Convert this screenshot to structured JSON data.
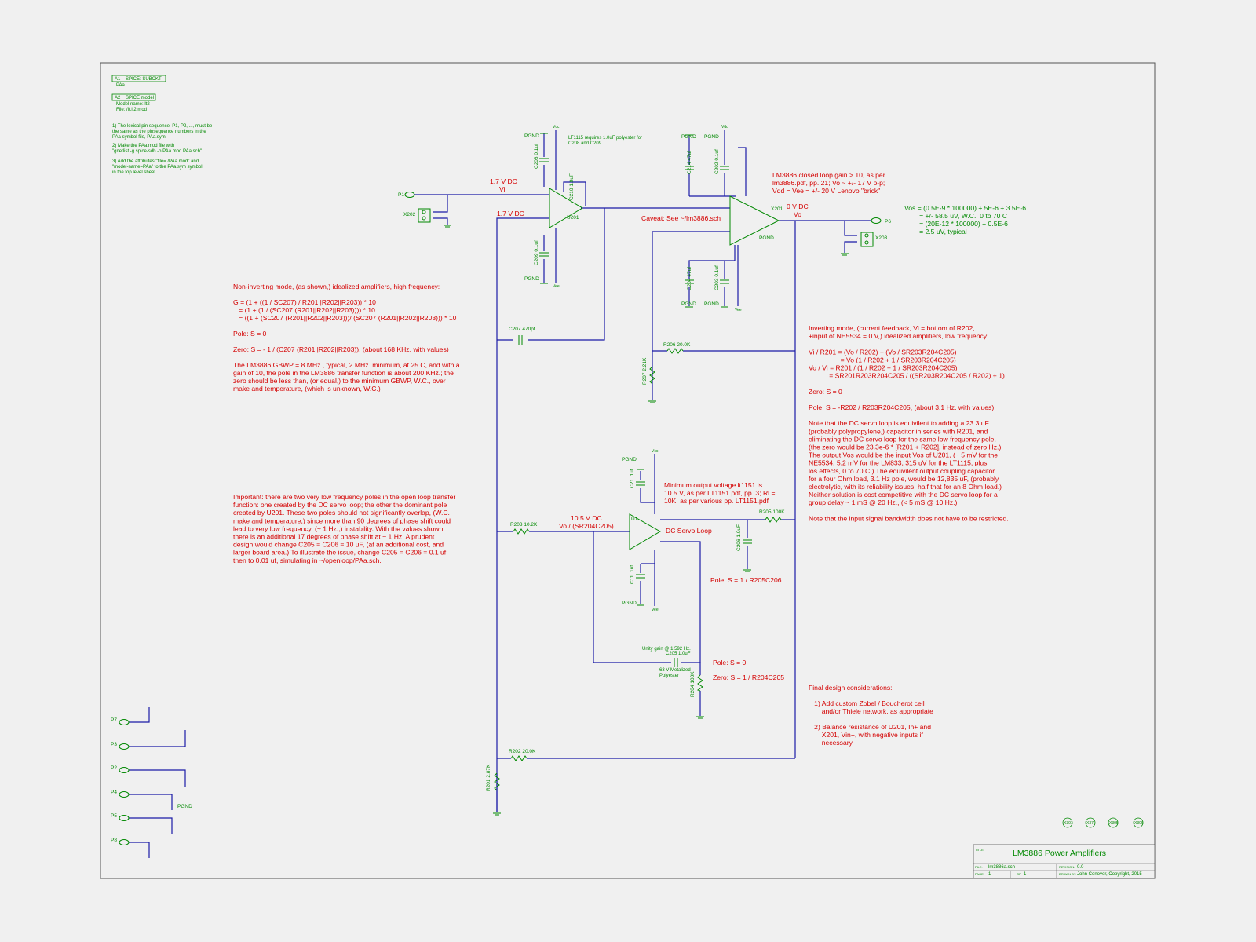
{
  "notes_top": {
    "a1_label": "A1",
    "a1_value": "SPICE: SUBCKT",
    "a1_sub": "PAa",
    "a2_label": "A2",
    "a2_value": "SPICE model",
    "a2_model": "Model name:  lt2",
    "a2_file": "File: /lt.lt2.mod",
    "steps": [
      "1) The lexical pin sequence, P1, P2, ..., must be",
      "the same as the pinsequence numbers in the",
      "PAa symbol file, PAa.sym",
      "2) Make the PAa.mod file with",
      "\"gnetlist -g spice-sdb -o PAa.mod PAa.sch\"",
      "3) Add the attributes \"file=./PAa.mod\" and",
      "\"model-name=PAa\" to the PAa.sym symbol",
      "in the top level sheet."
    ]
  },
  "noninverting_text": [
    "Non-inverting mode, (as shown,) idealized amplifiers, high frequency:",
    "",
    "G = (1 + ((1 / SC207) / R201||R202||R203)) * 10",
    "   = (1 + (1 / (SC207 (R201||R202||R203)))) * 10",
    "   = ((1 + (SC207 (R201||R202||R203)))/ (SC207 (R201||R202||R203))) * 10",
    "",
    "Pole: S = 0",
    "",
    "Zero: S = - 1 / (C207 (R201||R202||R203)), (about 168 KHz. with values)",
    "",
    "The LM3886 GBWP = 8 MHz., typical, 2 MHz. minimum, at 25 C, and with a",
    "gain of 10, the pole in the LM3886 transfer function is about 200 KHz.; the",
    "zero should be less than, (or equal,) to the minimum GBWP, W.C., over",
    "make and temperature, (which is unknown, W.C.)"
  ],
  "important_text": [
    "Important: there are two very low frequency poles in the open loop transfer",
    "function: one created by the DC servo loop; the other the dominant pole",
    "created by U201. These two poles should not significantly overlap, (W.C.",
    "make and temperature,) since more than 90 degrees of phase shift could",
    "lead to very low frequency, (~ 1 Hz.,) instability. With the values shown,",
    "there is an additional 17 degrees of phase shift at ~ 1 Hz. A prudent",
    "design would change C205 = C206 = 10 uF, (at an additional cost, and",
    "larger board area.) To illustrate the issue, change C205 = C206 = 0.1 uf,",
    "then to 0.01 uf, simulating in ~/openloop/PAa.sch."
  ],
  "inverting_text": [
    "Inverting mode, (current feedback, Vi = bottom of R202,",
    "+input of NE5534 = 0 V,) idealized amplifiers, low frequency:",
    "",
    "Vi / R201 = (Vo / R202) + (Vo / SR203R204C205)",
    "                 = Vo (1 / R202 + 1 / SR203R204C205)",
    "Vo / Vi = R201 / (1 / R202 + 1 / SR203R204C205)",
    "           = SR201R203R204C205 / ((SR203R204C205 / R202) + 1)",
    "",
    "Zero: S = 0",
    "",
    "Pole: S = -R202 / R203R204C205, (about 3.1 Hz. with values)",
    "",
    "Note that the DC servo loop is equivilent to adding a 23.3 uF",
    "(probably polypropylene,) capacitor in series with R201, and",
    "eliminating the DC servo loop for the same low frequency pole,",
    "(the zero would be 23.3e-6 * [R201 + R202], instead of zero Hz.)",
    "The output Vos would be the input Vos of U201, (~ 5 mV for the",
    "NE5534, 5.2 mV for the LM833, 315 uV for the LT1115, plus",
    "los effects, 0 to 70 C.) The equivilent output coupling capacitor",
    "for a four Ohm load, 3.1 Hz pole, would be 12,835 uF, (probably",
    "electrolytic, with its reliability issues, half that for an 8 Ohm load.)",
    "Neither solution is cost competitive with the DC servo loop for a",
    "group delay ~ 1 mS @ 20 Hz., (< 5 mS @ 10 Hz.)",
    "",
    "Note that the input signal bandwidth does not have to be restricted."
  ],
  "final_text": [
    "Final design considerations:",
    "",
    "   1) Add custom Zobel / Boucherot cell",
    "       and/or Thiele network, as appropriate",
    "",
    "   2) Balance resistance of U201, In+ and",
    "       X201, Vin+, with negative inputs if",
    "       necessary"
  ],
  "vos_text": [
    "Vos = (0.5E-9 * 100000) + 5E-6 + 3.5E-6",
    "        = +/- 58.5 uV, W.C., 0 to 70 C",
    "        = (20E-12 * 100000) + 0.5E-6",
    "        = 2.5 uV, typical"
  ],
  "lm3886_note": [
    "LM3886 closed loop gain > 10, as per",
    "lm3886.pdf, pp. 21; Vo ~ +/- 17 V p-p;",
    "Vdd = Vee = +/- 20 V Lenovo \"brick\""
  ],
  "lt1115_note": [
    "LT1115 requires 1.0uF polyester for",
    "C208 and C209"
  ],
  "min_output_note": [
    "Minimum output voltage lt1151 is",
    "10.5 V, as per LT1151.pdf, pp. 3; Rl =",
    "10K, as per various pp. LT1151.pdf"
  ],
  "caveat": "Caveat: See ~/lm3886.sch",
  "labels": {
    "vi_dc": "1.7 V DC",
    "vi": "Vi",
    "vi_dc2": "1.7 V DC",
    "vo_dc": "0 V DC",
    "vo": "Vo",
    "servo_dc": "10.5 V DC",
    "servo_expr": "Vo / (SR204C205)",
    "dc_servo": "DC Servo Loop",
    "pole_r205": "Pole: S = 1 / R205C206",
    "pole_zero": "Pole: S = 0",
    "zero_r204": "Zero: S = 1 / R204C205",
    "unity_gain": "Unity gain @ 1.592 Hz.",
    "c205": "C205 1.0uF",
    "c205_type": "63 V Metalized",
    "c205_type2": "Polyester"
  },
  "components": {
    "p1": "P1",
    "p6": "P6",
    "x202": "X202",
    "x203": "X203",
    "u201": "U201",
    "x201": "X201",
    "u1": "U1",
    "c207": "C207 470pf",
    "r206": "R206 20.0K",
    "r207": "R207 2.21K",
    "r203": "R203 10.2K",
    "r205": "R205 100K",
    "r204": "R204 100K",
    "r202": "R202 20.0K",
    "r201": "R201 2.87K",
    "c208": "C208 0.1uf",
    "c209": "C209 0.1uf",
    "c210": "C210 1.0uF",
    "c214": "C214 47uf",
    "c202": "C202 0.1uf",
    "c204": "C204 47uf",
    "c203": "C203 0.1uf",
    "c21": "C21 .1uf",
    "c11": "C11 .1uf",
    "c206": "C206 1.0uF",
    "pgnd": "PGND",
    "vcc": "Vcc",
    "vee": "Vee",
    "vdd": "Vdd"
  },
  "pins": [
    "P7",
    "P3",
    "P2",
    "P4",
    "P5",
    "P8"
  ],
  "pins_pgnd": "PGND",
  "title_block": {
    "title_label": "TITLE",
    "title": "LM3886 Power Amplifiers",
    "file_label": "FILE:",
    "file": "lm3886a.sch",
    "revision_label": "REVISION:",
    "revision": "0.0",
    "page_label": "PAGE",
    "page": "1",
    "of_label": "OF",
    "of": "1",
    "drawn_label": "DRAWN BY:",
    "drawn": "John Conover, Copyright, 2015"
  },
  "corner_refs": [
    "X301",
    "X37",
    "X305",
    "X306"
  ]
}
